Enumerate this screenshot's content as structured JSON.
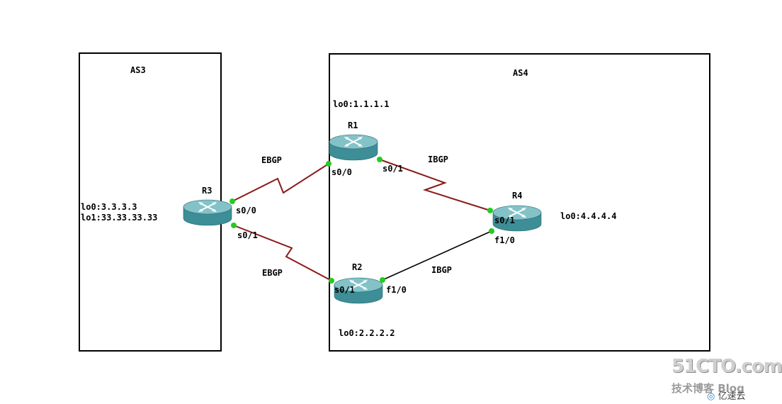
{
  "areas": {
    "as3": {
      "label": "AS3"
    },
    "as4": {
      "label": "AS4"
    }
  },
  "routers": {
    "r1": {
      "name": "R1",
      "loopback": "lo0:1.1.1.1"
    },
    "r2": {
      "name": "R2",
      "loopback": "lo0:2.2.2.2"
    },
    "r3": {
      "name": "R3",
      "loopbacks": [
        "lo0:3.3.3.3",
        "lo1:33.33.33.33"
      ]
    },
    "r4": {
      "name": "R4",
      "loopback": "lo0:4.4.4.4"
    }
  },
  "links": {
    "r3_r1": {
      "protocol": "EBGP",
      "type": "serial",
      "a_if": "s0/0",
      "b_if": "s0/0"
    },
    "r3_r2": {
      "protocol": "EBGP",
      "type": "serial",
      "a_if": "s0/1",
      "b_if": "s0/1"
    },
    "r1_r4": {
      "protocol": "IBGP",
      "type": "serial",
      "a_if": "s0/1",
      "b_if": "s0/1"
    },
    "r2_r4": {
      "protocol": "IBGP",
      "type": "ethernet",
      "a_if": "f1/0",
      "b_if": "f1/0"
    }
  },
  "colors": {
    "serial_link": "#8b1a1a",
    "ethernet_link": "#000000",
    "port_dot": "#22cc22",
    "router_top": "#7fbfc4",
    "router_side": "#3d8e96"
  },
  "watermark": {
    "logo": "51CTO.com",
    "subtitle": "技术博客 Blog",
    "brand": "亿速云"
  }
}
